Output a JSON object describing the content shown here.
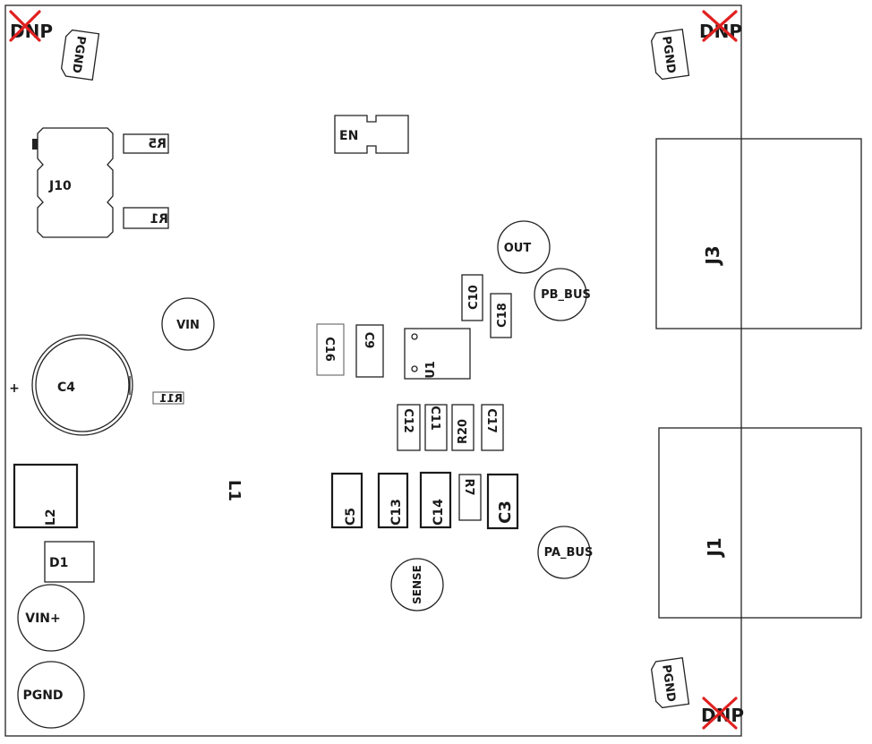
{
  "colors": {
    "outline": "#222222",
    "silk_text": "#1a1a1a",
    "dnp_mark": "#e02020",
    "background": "#ffffff"
  },
  "dnp": {
    "label": "DNP"
  },
  "mounting": {
    "label": "PGND"
  },
  "components": {
    "j10": "J10",
    "r5": "R5",
    "r1": "R1",
    "en": "EN",
    "vin": "VIN",
    "c4": "C4",
    "c4_plus": "+",
    "r11": "R11",
    "l2": "L2",
    "d1": "D1",
    "l1": "L1",
    "vin_plus": "VIN+",
    "pgnd_pad": "PGND",
    "out": "OUT",
    "pb_bus": "PB_BUS",
    "pa_bus": "PA_BUS",
    "sense": "SENSE",
    "c10": "C10",
    "c18": "C18",
    "c16": "C16",
    "c9": "C9",
    "u1": "U1",
    "c12": "C12",
    "c11": "C11",
    "r20": "R20",
    "c17": "C17",
    "c5": "C5",
    "c13": "C13",
    "c14": "C14",
    "r7": "R7",
    "c3": "C3",
    "j3": "J3",
    "j1": "J1"
  }
}
